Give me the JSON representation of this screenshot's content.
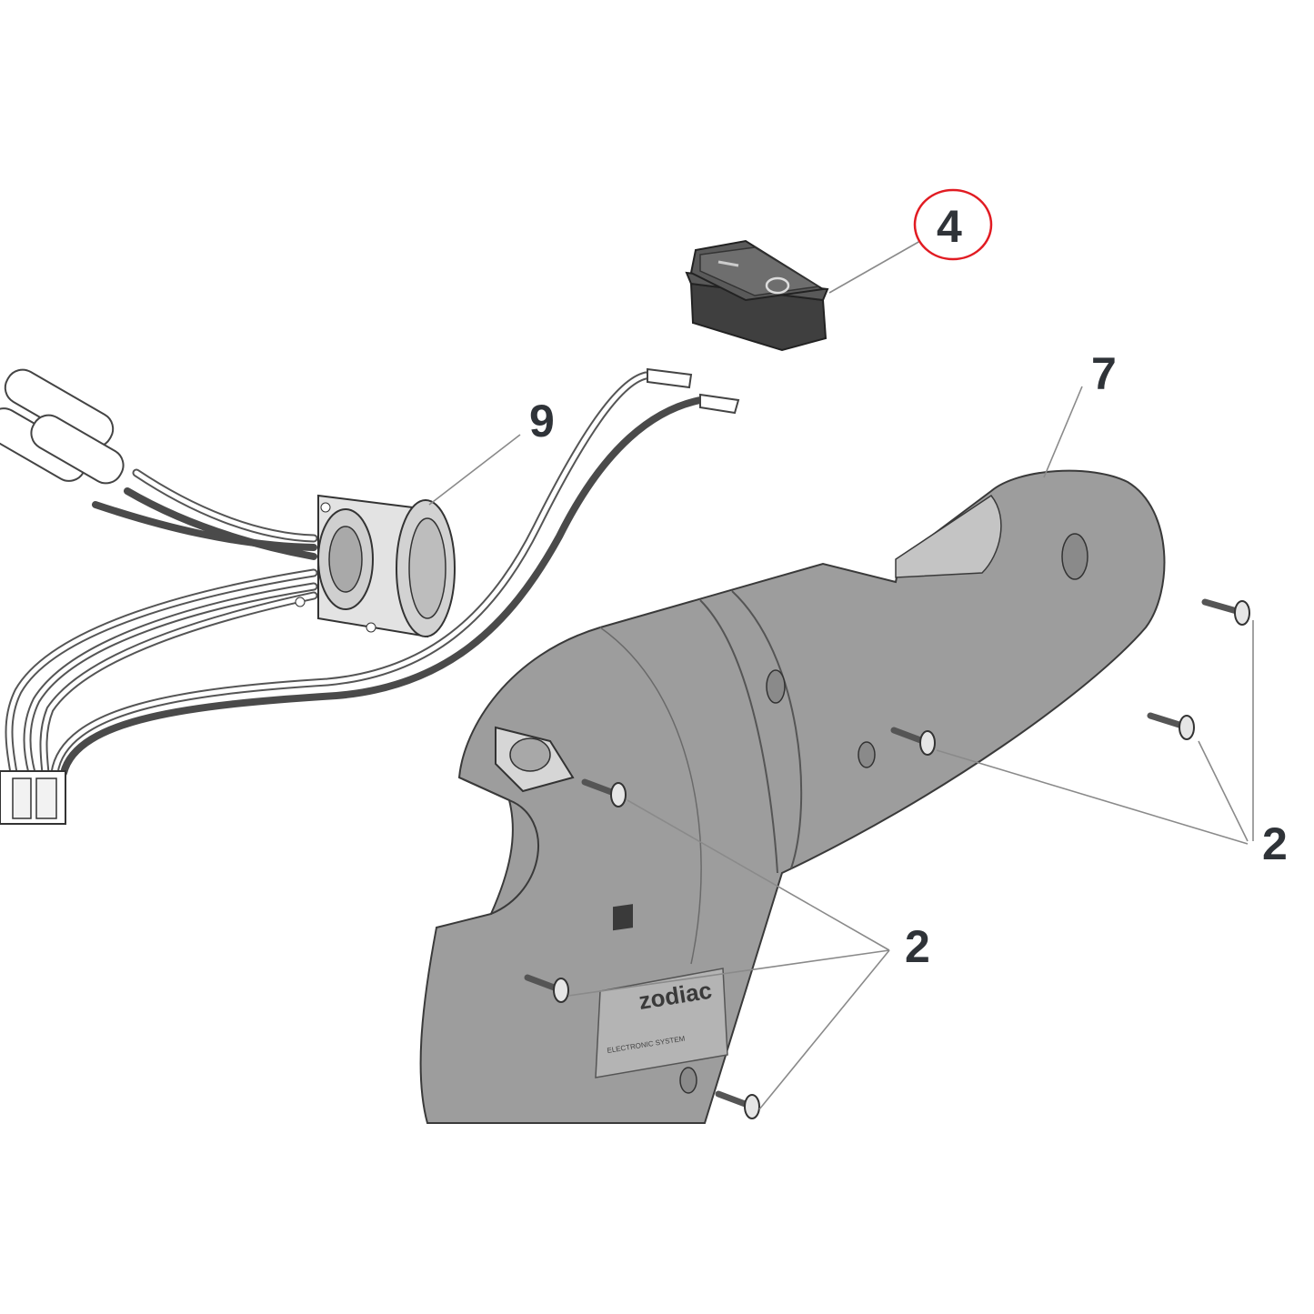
{
  "parts": {
    "switch": {
      "label": "4",
      "highlight_color": "#e11b22"
    },
    "housing": {
      "label": "7"
    },
    "connector_harness": {
      "label": "9"
    },
    "screws_right": {
      "label": "2"
    },
    "screws_bottom": {
      "label": "2"
    }
  },
  "logo": {
    "brand": "zodiac",
    "line1": "ELECTRONIC SYSTEM"
  },
  "colors": {
    "housing": "#9d9d9d",
    "housing_dark": "#8a8a8a",
    "switch": "#4b4b4b",
    "line": "#3a3a3a"
  }
}
